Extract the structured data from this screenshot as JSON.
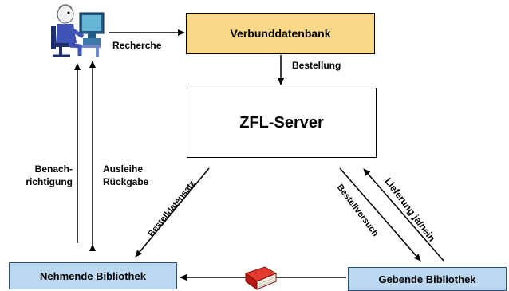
{
  "nodes": {
    "verbunddatenbank": "Verbunddatenbank",
    "zfl_server": "ZFL-Server",
    "nehmende_bibliothek": "Nehmende Bibliothek",
    "gebende_bibliothek": "Gebende Bibliothek"
  },
  "edges": {
    "recherche": "Recherche",
    "bestellung": "Bestellung",
    "benachrichtigung_1": "Benach-",
    "benachrichtigung_2": "richtigung",
    "ausleihe": "Ausleihe",
    "rueckgabe": "Rückgabe",
    "bestelldatensatz": "Bestelldatensatz",
    "bestellversuch": "Bestellversuch",
    "lieferung": "Lieferung ja/nein"
  },
  "icons": {
    "user": "user-at-computer-icon",
    "book": "book-icon"
  },
  "colors": {
    "verbunddatenbank_fill": "#f9d889",
    "library_fill": "#bcd7f0",
    "book_red": "#d9201c"
  }
}
